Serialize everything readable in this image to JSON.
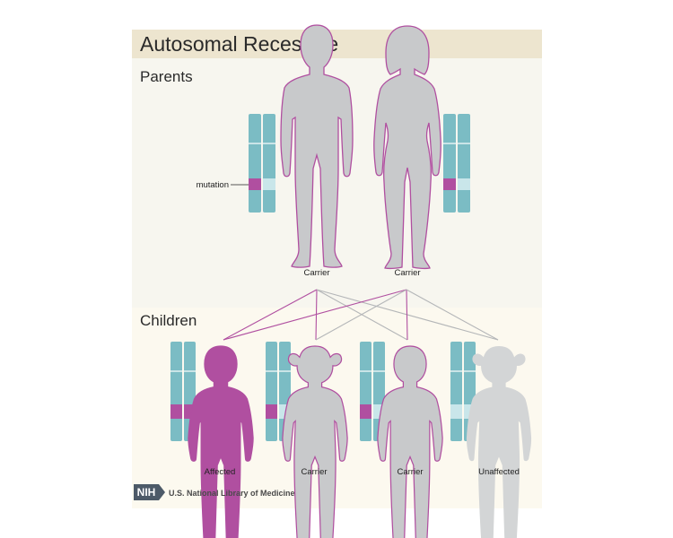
{
  "title": "Autosomal Recessive",
  "sections": {
    "parents": "Parents",
    "children": "Children"
  },
  "mutation_label": "mutation",
  "parents": [
    {
      "label": "Carrier",
      "figure": "adult-male",
      "status": "carrier"
    },
    {
      "label": "Carrier",
      "figure": "adult-female",
      "status": "carrier"
    }
  ],
  "children": [
    {
      "label": "Affected",
      "figure": "boy",
      "status": "affected"
    },
    {
      "label": "Carrier",
      "figure": "girl",
      "status": "carrier"
    },
    {
      "label": "Carrier",
      "figure": "boy",
      "status": "carrier"
    },
    {
      "label": "Unaffected",
      "figure": "girl",
      "status": "unaffected"
    }
  ],
  "logo": {
    "badge": "NIH",
    "org": "U.S. National Library of Medicine"
  },
  "colors": {
    "title_band": "#ede5cf",
    "parents_bg": "#f7f6ef",
    "children_bg": "#fcf9ef",
    "chromosome": "#7bbcc4",
    "chromosome_light": "#c9e6ea",
    "mutation": "#b04fa0",
    "figure_gray": "#c8c9cb",
    "figure_outline": "#b04fa0",
    "unaffected_gray": "#d3d5d6",
    "line_gray": "#b4b6b8"
  }
}
